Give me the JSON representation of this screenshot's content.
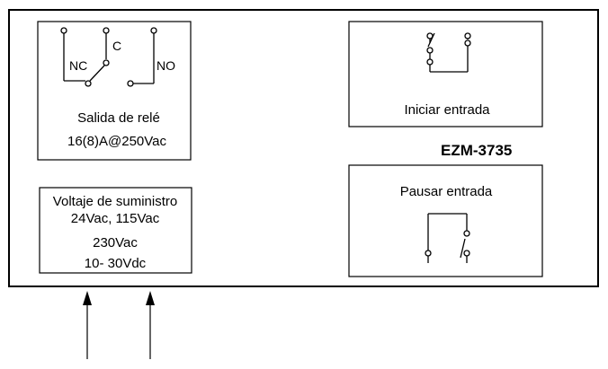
{
  "relay_output": {
    "terminal_nc": "NC",
    "terminal_c": "C",
    "terminal_no": "NO",
    "title": "Salida de relé",
    "rating": "16(8)A@250Vac"
  },
  "supply_voltage": {
    "title": "Voltaje de suministro",
    "line1": "24Vac, 115Vac",
    "line2": "230Vac",
    "line3": "10- 30Vdc"
  },
  "start_input": {
    "label": "Iniciar entrada"
  },
  "model": {
    "name": "EZM-3735"
  },
  "pause_input": {
    "label": "Pausar entrada"
  },
  "colors": {
    "stroke": "#000000",
    "background": "#ffffff"
  }
}
